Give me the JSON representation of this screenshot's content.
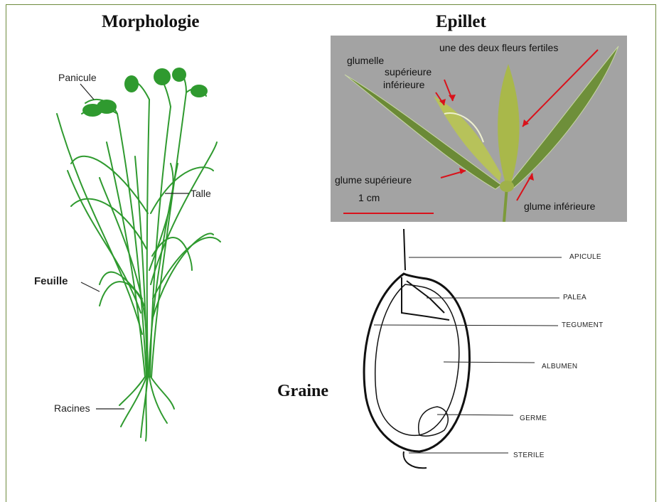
{
  "titles": {
    "morphologie": "Morphologie",
    "epillet": "Epillet",
    "graine": "Graine"
  },
  "plant_labels": {
    "panicule": "Panicule",
    "talle": "Talle",
    "feuille": "Feuille",
    "racines": "Racines"
  },
  "spikelet_labels": {
    "glumelle": "glumelle",
    "superieure": "supérieure",
    "inferieure": "inférieure",
    "fleurs": "une des deux fleurs fertiles",
    "glume_sup": "glume supérieure",
    "scale": "1 cm",
    "glume_inf": "glume inférieure"
  },
  "grain_labels": {
    "apicule": "APICULE",
    "palea": "PALEA",
    "tegument": "TEGUMENT",
    "albumen": "ALBUMEN",
    "germe": "GERME",
    "sterile": "STERILE"
  },
  "colors": {
    "plant_green": "#2f9a2f",
    "photo_bg": "#a3a3a3",
    "arrow_red": "#d9121b",
    "frame": "#6e8b3d"
  }
}
